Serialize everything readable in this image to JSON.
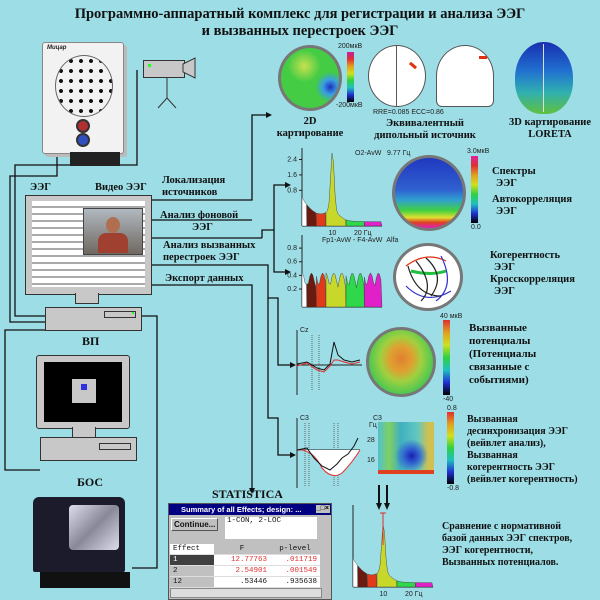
{
  "title": {
    "line1": "Программно-аппаратный комплекс для регистрации и анализа ЭЭГ",
    "line2": "и вызванных перестроек ЭЭГ"
  },
  "devices": {
    "amplifier_brand": "Мицар",
    "eeg_label": "ЭЭГ",
    "video_eeg_label": "Видео ЭЭГ",
    "vp_label": "ВП",
    "bos_label": "БОС"
  },
  "menu_labels": {
    "localization": [
      "Локализация",
      "источников"
    ],
    "background": [
      "Анализ фоновой",
      "ЭЭГ"
    ],
    "evoked": [
      "Анализ вызванных",
      "перестроек ЭЭГ"
    ],
    "export": "Экспорт данных"
  },
  "top_row": {
    "map2d_label": [
      "2D",
      "картирование"
    ],
    "map2d_scale_max": "200мкВ",
    "map2d_scale_min": "-200мкВ",
    "dipole_label": [
      "Эквивалентный",
      "дипольный источник"
    ],
    "dipole_stats": "RRE=0.085 ECC=0.86",
    "loreta_label": [
      "3D картирование",
      "LORETA"
    ]
  },
  "spectra": {
    "channel": "O2-AvW",
    "freq": "9.77 Гц",
    "y_unit": "мкВ",
    "y_ticks": [
      "2.4",
      "1.6",
      "0.8"
    ],
    "x_ticks": [
      "10",
      "20 Гц"
    ],
    "scale_max": "3.0мкВ",
    "scale_min": "0.0",
    "label": [
      "Спектры",
      "ЭЭГ",
      "Автокорреляция",
      "ЭЭГ"
    ]
  },
  "coherence": {
    "channel": "Fp1-AvW - F4-AvW",
    "band": "Alfa",
    "y_ticks": [
      "0.8",
      "0.6",
      "0.4",
      "0.2"
    ],
    "label": [
      "Когерентность",
      "ЭЭГ",
      "Кросскорреляция",
      "ЭЭГ"
    ]
  },
  "evoked": {
    "channel": "Cz",
    "scale_max": "40 мкВ",
    "scale_min": "-40",
    "label": [
      "Вызванные",
      "потенциалы",
      "(Потенциалы",
      "связанные с",
      "событиями)"
    ]
  },
  "wavelet": {
    "channel1": "C3",
    "channel2": "C3",
    "y_unit": "Гц",
    "y_ticks": [
      "28",
      "16"
    ],
    "scale_max": "0.8",
    "scale_min": "-0.8",
    "label": [
      "Вызванная",
      "десинхронизация ЭЭГ",
      "(вейвлет анализ),",
      "Вызванная",
      "когерентность ЭЭГ",
      "(вейвлет когерентность)"
    ]
  },
  "statistica": {
    "heading": "STATISTICA",
    "window_title": "Summary of all Effects; design: ...",
    "continue_button": "Continue...",
    "design_text": "1-CON, 2-LOC",
    "columns": [
      "Effect",
      "F",
      "p-level"
    ],
    "rows": [
      {
        "effect": "1",
        "f": "12.77763",
        "p": ".011719"
      },
      {
        "effect": "2",
        "f": "2.54901",
        "p": ".001549"
      },
      {
        "effect": "12",
        "f": ".53446",
        "p": ".935638"
      }
    ]
  },
  "norm": {
    "x_ticks": [
      "10",
      "20 Гц"
    ],
    "label": [
      "Сравнение с нормативной",
      "базой данных ЭЭГ спектров,",
      "ЭЭГ когерентности,",
      "Вызванных потенциалов."
    ]
  },
  "colors": {
    "background": "#9cdde6",
    "band_white": "#ffffff",
    "band_brown": "#6b1a10",
    "band_red": "#e03a1a",
    "band_yellow": "#c8d82a",
    "band_green": "#2ed84a",
    "band_magenta": "#e020c8"
  }
}
